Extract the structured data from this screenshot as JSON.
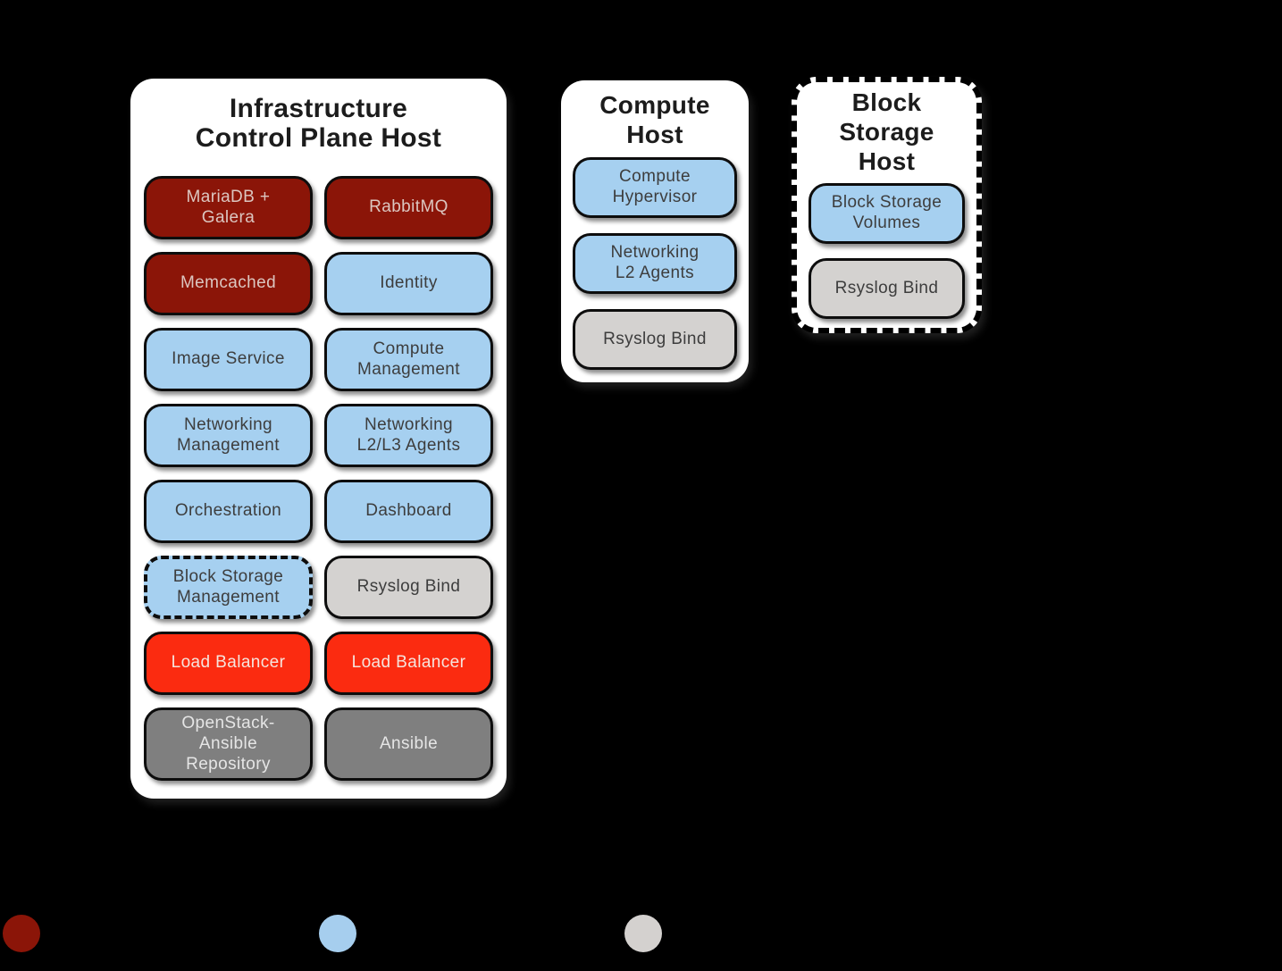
{
  "colors": {
    "background": "#000000",
    "panel_bg": "#FFFFFF",
    "infrastructure_service": "#8B1508",
    "openstack_service": "#A6D0F0",
    "other_service": "#D4D2D0",
    "load_balancer": "#FB2B10",
    "deployment": "#7F7F7F",
    "pill_border": "#0d0d0d",
    "title_text": "#1c1c1c"
  },
  "hosts": {
    "infra": {
      "title": "Infrastructure\nControl Plane Host",
      "services": [
        {
          "label": "MariaDB +\nGalera",
          "type": "infrastructure"
        },
        {
          "label": "RabbitMQ",
          "type": "infrastructure"
        },
        {
          "label": "Memcached",
          "type": "infrastructure"
        },
        {
          "label": "Identity",
          "type": "openstack"
        },
        {
          "label": "Image Service",
          "type": "openstack"
        },
        {
          "label": "Compute\nManagement",
          "type": "openstack"
        },
        {
          "label": "Networking\nManagement",
          "type": "openstack"
        },
        {
          "label": "Networking\nL2/L3 Agents",
          "type": "openstack"
        },
        {
          "label": "Orchestration",
          "type": "openstack"
        },
        {
          "label": "Dashboard",
          "type": "openstack"
        },
        {
          "label": "Block Storage\nManagement",
          "type": "openstack",
          "optional": true
        },
        {
          "label": "Rsyslog Bind",
          "type": "other"
        },
        {
          "label": "Load Balancer",
          "type": "load-balancer"
        },
        {
          "label": "Load Balancer",
          "type": "load-balancer"
        },
        {
          "label": "OpenStack-\nAnsible\nRepository",
          "type": "deployment"
        },
        {
          "label": "Ansible",
          "type": "deployment"
        }
      ]
    },
    "compute": {
      "title": "Compute\nHost",
      "services": [
        {
          "label": "Compute\nHypervisor",
          "type": "openstack"
        },
        {
          "label": "Networking\nL2 Agents",
          "type": "openstack"
        },
        {
          "label": "Rsyslog Bind",
          "type": "other"
        }
      ]
    },
    "block": {
      "title": "Block\nStorage\nHost",
      "optional": true,
      "services": [
        {
          "label": "Block Storage\nVolumes",
          "type": "openstack"
        },
        {
          "label": "Rsyslog Bind",
          "type": "other"
        }
      ]
    }
  },
  "legend": {
    "dots": [
      {
        "name": "dark-red-dot",
        "color": "#8B1508"
      },
      {
        "name": "blue-dot",
        "color": "#A6CEEE"
      },
      {
        "name": "gray-dot",
        "color": "#D4D1CF"
      }
    ]
  }
}
